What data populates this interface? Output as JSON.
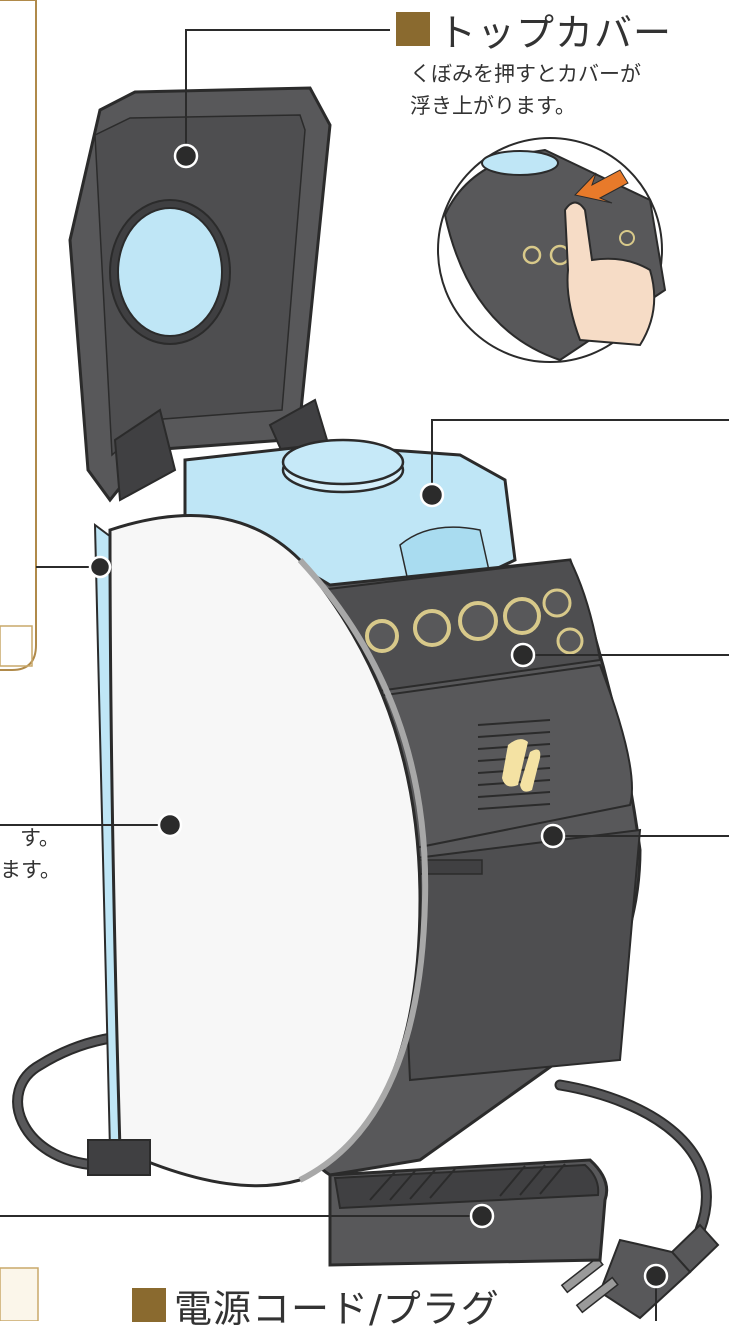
{
  "top_cover": {
    "title": "トップカバー",
    "desc_line1": "くぼみを押すとカバーが",
    "desc_line2": "浮き上がります。"
  },
  "cut_text": {
    "line1": "す。",
    "line2": "ます。"
  },
  "bottom_label": {
    "title": "電源コード/プラグ"
  },
  "colors": {
    "body": "#58585a",
    "body_dark": "#404042",
    "outline": "#2b2b2b",
    "tank": "#bfe6f6",
    "accent": "#8a6a2f",
    "white_panel": "#f7f7f7",
    "button_ring": "#d8c98a",
    "skin": "#f6dcc6",
    "arrow": "#e87a2a",
    "leader": "#2b2b2b"
  }
}
